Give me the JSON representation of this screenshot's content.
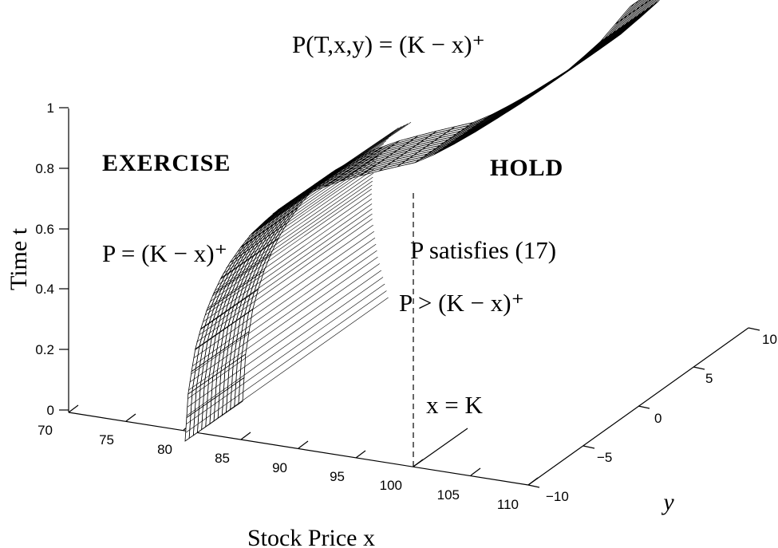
{
  "terminal_condition": "P(T,x,y) = (K − x)⁺",
  "regions": {
    "exercise_label": "EXERCISE",
    "hold_label": "HOLD"
  },
  "equations": {
    "exercise_value": "P = (K − x)⁺",
    "hold_pde": "P satisfies (17)",
    "hold_inequality": "P > (K − x)⁺",
    "strike_line": "x = K"
  },
  "axes": {
    "t_label": "Time t",
    "x_label": "Stock Price x",
    "y_label": "y",
    "t_ticks": [
      "0",
      "0.2",
      "0.4",
      "0.6",
      "0.8",
      "1"
    ],
    "x_ticks": [
      "70",
      "75",
      "80",
      "85",
      "90",
      "95",
      "100",
      "105",
      "110"
    ],
    "y_ticks": [
      "−10",
      "−5",
      "0",
      "5",
      "10"
    ]
  }
}
